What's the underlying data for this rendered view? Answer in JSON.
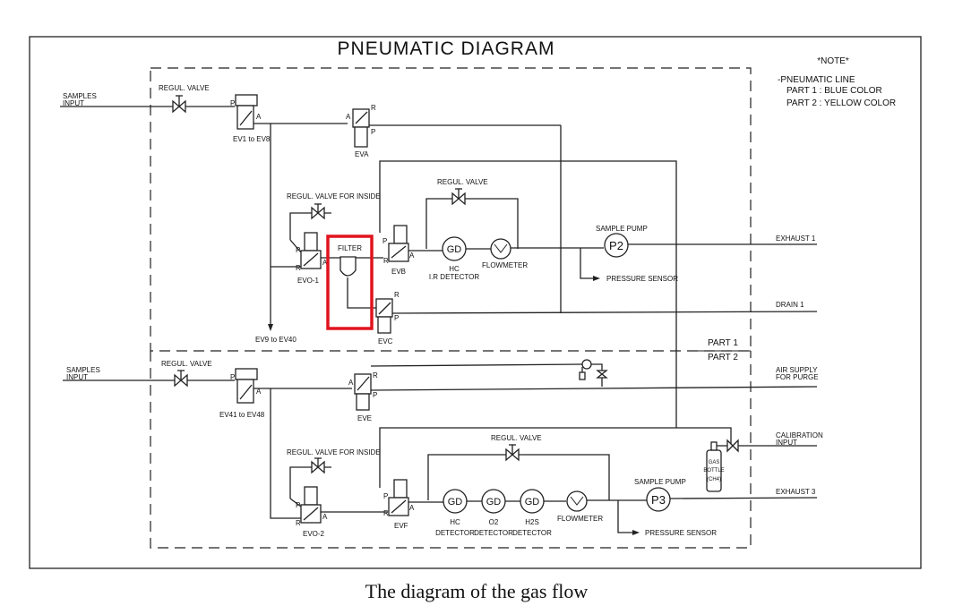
{
  "title": "PNEUMATIC DIAGRAM",
  "caption": "The diagram of the gas flow",
  "note": {
    "heading": "*NOTE*",
    "line1": "-PNEUMATIC LINE",
    "line2": "PART 1 : BLUE COLOR",
    "line3": "PART 2 : YELLOW COLOR"
  },
  "parts": {
    "part1": "PART 1",
    "part2": "PART 2"
  },
  "inputs": {
    "samples_1a": "SAMPLES",
    "samples_1b": "INPUT",
    "samples_2a": "SAMPLES",
    "samples_2b": "INPUT",
    "air_a": "AIR SUPPLY",
    "air_b": "FOR PURGE",
    "cal_a": "CALIBRATION",
    "cal_b": "INPUT"
  },
  "outputs": {
    "exhaust1": "EXHAUST 1",
    "drain1": "DRAIN 1",
    "exhaust3": "EXHAUST 3"
  },
  "valves": {
    "regul_1": "REGUL. VALVE",
    "regul_2": "REGUL. VALVE",
    "regul_3": "REGUL. VALVE",
    "regul_4": "REGUL. VALVE",
    "regul_inside_1": "REGUL. VALVE FOR INSIDE",
    "regul_inside_2": "REGUL. VALVE FOR INSIDE",
    "ev1": "EV1 to EV8",
    "ev9": "EV9 to EV40",
    "ev41": "EV41 to EV48",
    "eva": "EVA",
    "evb": "EVB",
    "evc": "EVC",
    "eve": "EVE",
    "evf": "EVF",
    "evo1": "EVO-1",
    "evo2": "EVO-2"
  },
  "ports": {
    "p": "P",
    "a": "A",
    "r": "R"
  },
  "components": {
    "filter": "FILTER",
    "gd": "GD",
    "hc_a": "HC",
    "ir_detector": "I.R DETECTOR",
    "flowmeter_1": "FLOWMETER",
    "flowmeter_2": "FLOWMETER",
    "sample_pump_1": "SAMPLE PUMP",
    "sample_pump_2": "SAMPLE PUMP",
    "p2": "P2",
    "p3": "P3",
    "pressure_sensor_1": "PRESSURE SENSOR",
    "pressure_sensor_2": "PRESSURE SENSOR",
    "hc_b": "HC",
    "o2": "O2",
    "h2s": "H2S",
    "detector": "DETECTOR",
    "gas_bottle_1": "GAS",
    "gas_bottle_2": "BOTTLE",
    "gas_bottle_3": "(CH4)"
  },
  "highlight_color": "#e0141e"
}
